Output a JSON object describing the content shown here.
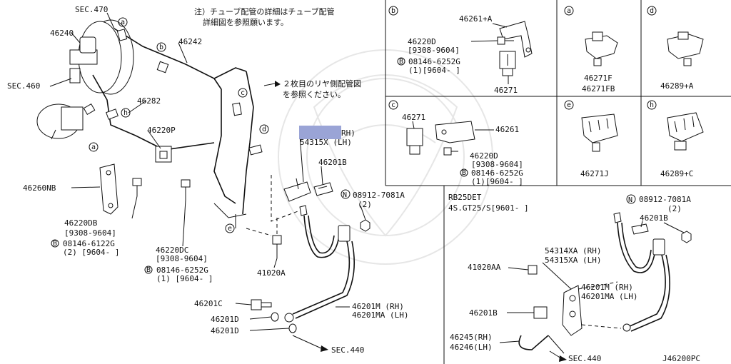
{
  "note_top": [
    "注）チューブ配管の詳細はチューブ配管",
    "詳細図を参照願います。"
  ],
  "note_rear": [
    "２枚目のリヤ側配管図",
    "を参照ください。"
  ],
  "highlight": {
    "color": "#9aa4d6",
    "suffix_rh": "RH)",
    "label_lh": "54315X (LH)"
  },
  "main_labels": {
    "sec470": "SEC.470",
    "p46240": "46240",
    "p46242": "46242",
    "sec460": "SEC.460",
    "p46282": "46282",
    "p46220p": "46220P",
    "p46260nb": "46260NB",
    "p46220db": "46220DB",
    "p46220db_date": "[9308-9604]",
    "p46220db_alt": "08146-6122G",
    "p46220db_alt_qty": "(2) [9604-          ]",
    "p46220dc": "46220DC",
    "p46220dc_date": "[9308-9604]",
    "p46220dc_alt": "08146-6252G",
    "p46220dc_alt_qty": "(1) [9604-          ]",
    "p46201b": "46201B",
    "nut": "08912-7081A",
    "nut_qty": "(2)",
    "p41020a": "41020A",
    "p46201c": "46201C",
    "p46201d_1": "46201D",
    "p46201d_2": "46201D",
    "p46201m": "46201M  (RH)",
    "p46201ma": "46201MA (LH)",
    "sec440": "SEC.440"
  },
  "callouts": {
    "a": "a",
    "b": "b",
    "c": "c",
    "d": "d",
    "e": "e",
    "h": "h",
    "N": "N",
    "B": "B"
  },
  "detail_b": {
    "p46261a": "46261+A",
    "p46220d": "46220D",
    "date": "[9308-9604]",
    "alt": "08146-6252G",
    "alt_qty": "(1)[9604-          ]",
    "p46271": "46271"
  },
  "detail_a": {
    "line1": "46271F",
    "line2": "46271FB"
  },
  "detail_d": {
    "line1": "46289+A"
  },
  "detail_c": {
    "p46271": "46271",
    "p46261": "46261",
    "p46220d": "46220D",
    "date": "[9308-9604]",
    "alt": "08146-6252G",
    "alt_qty": "(1)[9604-          ]"
  },
  "detail_e": {
    "line1": "46271J"
  },
  "detail_h": {
    "line1": "46289+C"
  },
  "rb25": {
    "engine": "RB25DET",
    "model": "4S.GT25/S[9601-        ]",
    "nut": "08912-7081A",
    "nut_qty": "(2)",
    "p46201b": "46201B",
    "p41020aa": "41020AA",
    "p54314xa": "54314XA (RH)",
    "p54315xa": "54315XA (LH)",
    "p46201m": "46201M (RH)",
    "p46201ma": "46201MA (LH)",
    "p46201b_2": "46201B",
    "p46245": "46245(RH)",
    "p46246": "46246(LH)",
    "sec440": "SEC.440"
  },
  "diagram_id": "J46200PC"
}
